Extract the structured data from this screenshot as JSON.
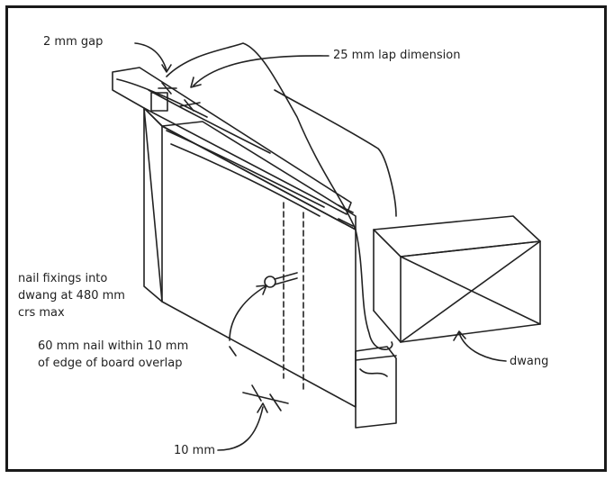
{
  "labels": {
    "gap": "2 mm gap",
    "lap": "25 mm lap dimension",
    "nail_fixings_line1": "nail fixings into",
    "nail_fixings_line2": "dwang at 480 mm",
    "nail_fixings_line3": "crs max",
    "nail_line1": "60 mm nail within 10 mm",
    "nail_line2": "of edge of board overlap",
    "dwang": "dwang",
    "ten_mm": "10 mm"
  }
}
